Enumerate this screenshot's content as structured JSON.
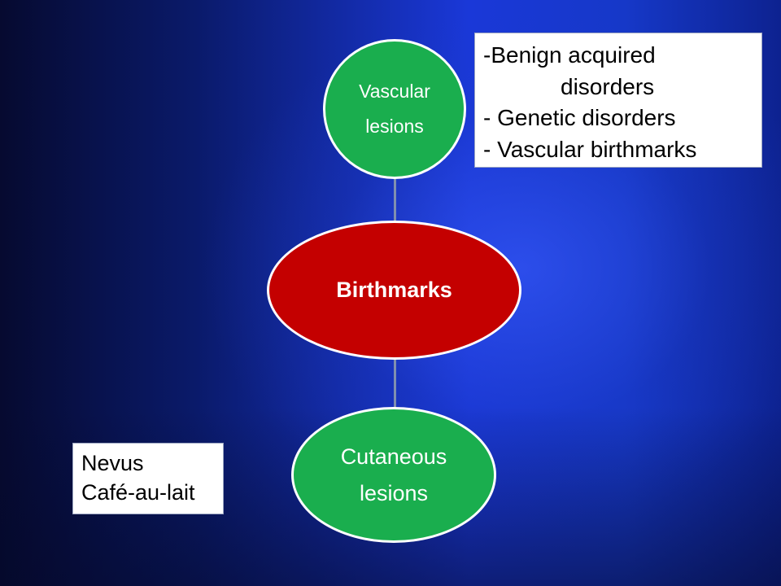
{
  "diagram": {
    "center_node": {
      "label": "Birthmarks",
      "color": "#c40000"
    },
    "top_node": {
      "label_line1": "Vascular",
      "label_line2": "lesions",
      "color": "#1aae4e"
    },
    "bottom_node": {
      "label_line1": "Cutaneous",
      "label_line2": "lesions",
      "color": "#1aae4e"
    },
    "vascular_notes": [
      "-Benign acquired",
      "disorders",
      "- Genetic disorders",
      "- Vascular birthmarks"
    ],
    "cutaneous_notes": [
      "Nevus",
      "Café-au-lait"
    ],
    "background_color": "#1a38d8"
  }
}
